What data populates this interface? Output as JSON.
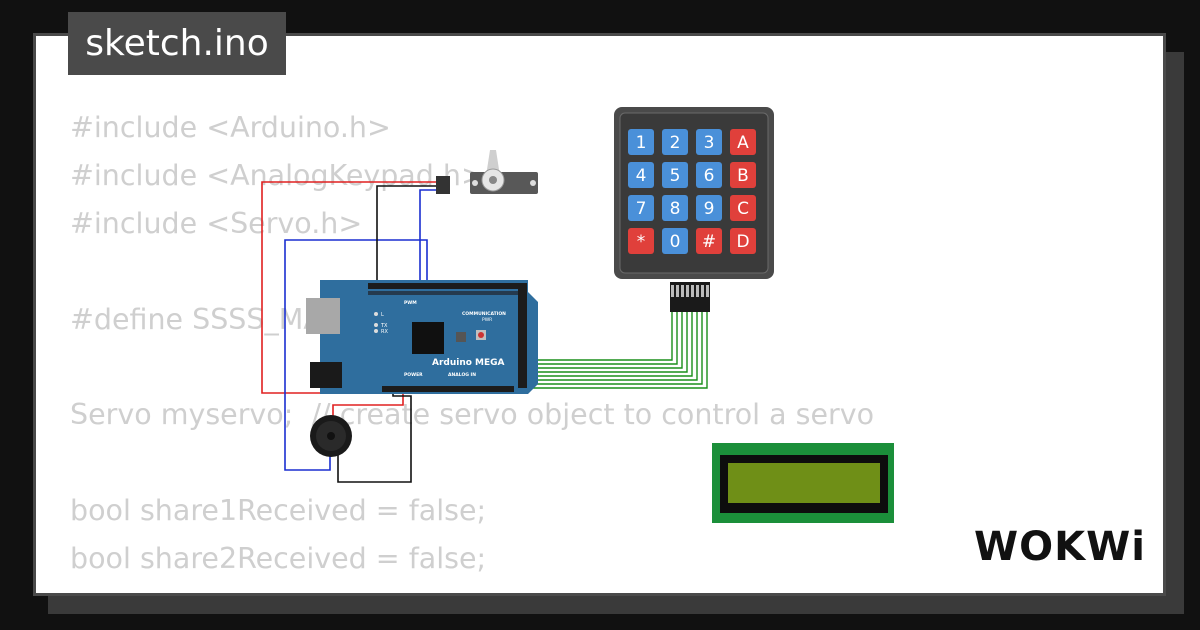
{
  "filename": "sketch.ino",
  "code_lines": [
    "#include <Arduino.h>",
    "#include <AnalogKeypad.h>",
    "#include <Servo.h>",
    "",
    "#define SSSS_MAX",
    "",
    "Servo myservo;  // create servo object to control a servo",
    "",
    "bool share1Received = false;",
    "bool share2Received = false;"
  ],
  "board": {
    "name": "Arduino MEGA",
    "labels": {
      "communication": "COMMUNICATION",
      "pwm": "PWM",
      "power": "POWER",
      "analog_in": "ANALOG IN",
      "pwr": "PWR",
      "l": "L",
      "tx": "TX",
      "rx": "RX"
    }
  },
  "keypad": {
    "keys": [
      [
        "1",
        "2",
        "3",
        "A"
      ],
      [
        "4",
        "5",
        "6",
        "B"
      ],
      [
        "7",
        "8",
        "9",
        "C"
      ],
      [
        "*",
        "0",
        "#",
        "D"
      ]
    ]
  },
  "logo": "WOKWi",
  "colors": {
    "key_blue": "#4a90d9",
    "key_red": "#e0403b",
    "board_blue": "#2f6e9e",
    "lcd_green": "#1b8f3a",
    "wire_red": "#e02020",
    "wire_blue": "#1a2fd0",
    "wire_black": "#111111",
    "wire_green": "#1a8f1a"
  }
}
